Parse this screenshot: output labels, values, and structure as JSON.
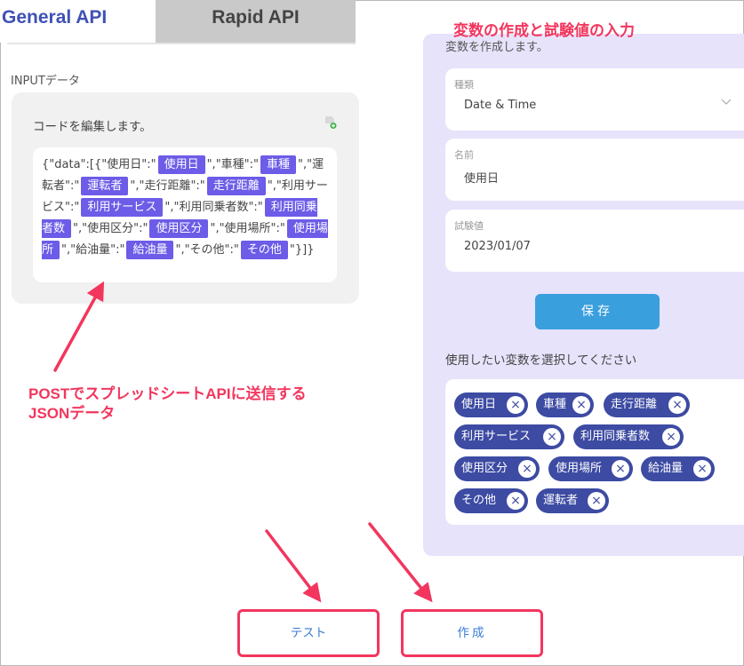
{
  "tabs": {
    "general": "General API",
    "rapid": "Rapid API"
  },
  "input": {
    "label": "INPUTデータ",
    "edit_label": "コードを編集します。",
    "code": [
      {
        "t": "text",
        "v": "{\"data\":[{\"使用日\":\""
      },
      {
        "t": "chip",
        "v": "使用日"
      },
      {
        "t": "text",
        "v": "\",\"車種\":\""
      },
      {
        "t": "chip",
        "v": "車種"
      },
      {
        "t": "text",
        "v": "\",\"運転者\":\""
      },
      {
        "t": "chip",
        "v": "運転者"
      },
      {
        "t": "text",
        "v": "\",\"走行距離\":\""
      },
      {
        "t": "chip",
        "v": "走行距離"
      },
      {
        "t": "text",
        "v": "\",\"利用サービス\":\""
      },
      {
        "t": "chip",
        "v": "利用サービス"
      },
      {
        "t": "text",
        "v": "\",\"利用同乗者数\":\""
      },
      {
        "t": "chip",
        "v": "利用同乗者数"
      },
      {
        "t": "text",
        "v": "\",\"使用区分\":\""
      },
      {
        "t": "chip",
        "v": "使用区分"
      },
      {
        "t": "text",
        "v": "\",\"使用場所\":\""
      },
      {
        "t": "chip",
        "v": "使用場所"
      },
      {
        "t": "text",
        "v": "\",\"給油量\":\""
      },
      {
        "t": "chip",
        "v": "給油量"
      },
      {
        "t": "text",
        "v": "\",\"その他\":\""
      },
      {
        "t": "chip",
        "v": "その他"
      },
      {
        "t": "text",
        "v": "\"}]}"
      }
    ]
  },
  "variable": {
    "subtitle": "変数を作成します。",
    "type_label": "種類",
    "type_value": "Date & Time",
    "name_label": "名前",
    "name_value": "使用日",
    "test_label": "試験値",
    "test_value": "2023/01/07",
    "save_label": "保存",
    "select_label": "使用したい変数を選択してください",
    "chips": [
      "使用日",
      "車種",
      "走行距離",
      "利用サービス",
      "利用同乗者数",
      "使用区分",
      "使用場所",
      "給油量",
      "その他",
      "運転者"
    ]
  },
  "annotations": {
    "title": "変数の作成と試験値の入力",
    "post_line1": "POSTでスプレッドシートAPIに送信する",
    "post_line2": "JSONデータ"
  },
  "buttons": {
    "test": "テスト",
    "create": "作成"
  },
  "colors": {
    "accent_red": "#f2365e",
    "chip_purple": "#6c5ce7",
    "chip_navy": "#3d4ba3",
    "save_blue": "#3a9fdd"
  }
}
